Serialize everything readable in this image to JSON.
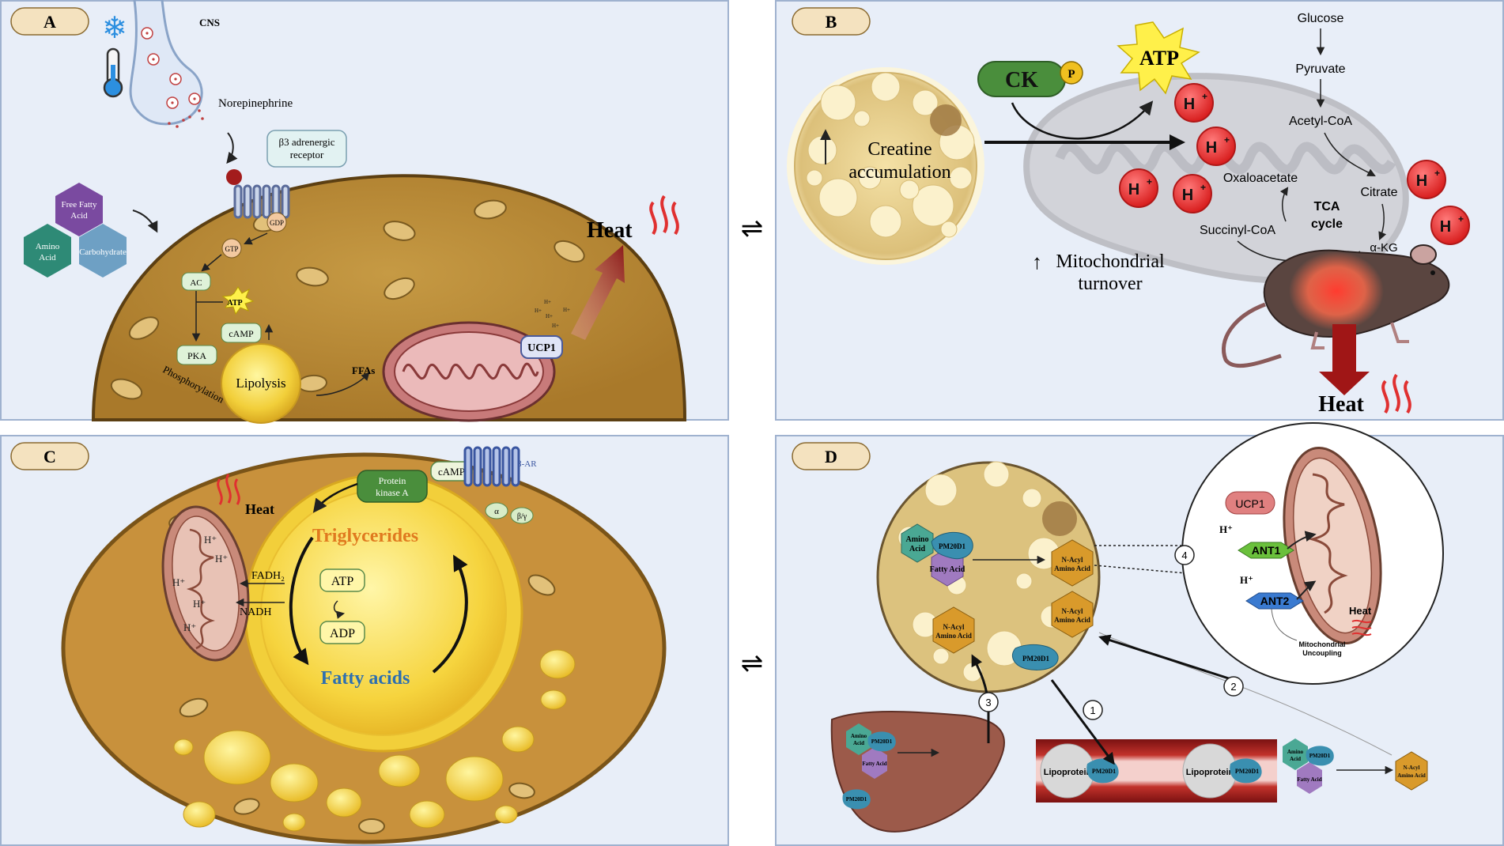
{
  "panels": {
    "A": {
      "letter": "A",
      "cns": "CNS",
      "norepinephrine": "Norepinephrine",
      "receptor_line1": "β3 adrenergic",
      "receptor_line2": "receptor",
      "ffa_line1": "Free Fatty",
      "ffa_line2": "Acid",
      "amino_line1": "Amino",
      "amino_line2": "Acid",
      "carbohydrate": "Carbohydrate",
      "gdp": "GDP",
      "gtp": "GTP",
      "ac": "AC",
      "atp": "ATP",
      "camp": "cAMP",
      "pka": "PKA",
      "phosphorylation": "Phosphorylation",
      "lipolysis": "Lipolysis",
      "ffas": "FFAs",
      "ucp1": "UCP1",
      "hplus": "H+",
      "heat": "Heat",
      "icons": [
        "snowflake-icon",
        "thermometer-icon",
        "heat-waves-icon"
      ],
      "colors": {
        "cell": "#b5852e",
        "background": "#e8eef8",
        "heat_arrow": "#8b1a1a",
        "heat_waves": "#e03030"
      }
    },
    "B": {
      "letter": "B",
      "ck": "CK",
      "p": "P",
      "atp": "ATP",
      "creatine_line1": "Creatine",
      "creatine_line2": "accumulation",
      "mito_line1": "Mitochondrial",
      "mito_line2": "turnover",
      "glucose": "Glucose",
      "pyruvate": "Pyruvate",
      "acetyl": "Acetyl-CoA",
      "oxaloacetate": "Oxaloacetate",
      "citrate": "Citrate",
      "tca_line1": "TCA",
      "tca_line2": "cycle",
      "succinyl": "Succinyl-CoA",
      "akg": "α-KG",
      "h": "H",
      "plus": "+",
      "heat": "Heat",
      "colors": {
        "ck": "#4a8e3c",
        "proton": "#e03a3a",
        "atp_burst": "#fff04a"
      }
    },
    "C": {
      "letter": "C",
      "pka_line1": "Protein",
      "pka_line2": "kinase A",
      "camp": "cAMP",
      "bar": "β-AR",
      "alpha": "α",
      "betagamma": "β/γ",
      "heat": "Heat",
      "triglycerides": "Triglycerides",
      "atp": "ATP",
      "adp": "ADP",
      "fatty_acids": "Fatty acids",
      "fadh2": "FADH₂",
      "nadh": "NADH",
      "hplus": "H⁺",
      "colors": {
        "triglycerides": "#e07a1f",
        "fatty_acids": "#2d6fb0",
        "cell": "#c8913c"
      }
    },
    "D": {
      "letter": "D",
      "amino_line1": "Amino",
      "amino_line2": "Acid",
      "pm20d1": "PM20D1",
      "fatty_acid": "Fatty Acid",
      "nacyl_line1": "N-Acyl",
      "nacyl_line2": "Amino Acid",
      "ucp1": "UCP1",
      "ant1": "ANT1",
      "ant2": "ANT2",
      "hplus": "H⁺",
      "heat": "Heat",
      "uncoupling_line1": "Mitochondrial",
      "uncoupling_line2": "Uncoupling",
      "lipoprotein": "Lipoprotein",
      "steps": [
        "1",
        "2",
        "3",
        "4"
      ],
      "colors": {
        "nacyl": "#d99a2b",
        "pm20d1": "#3a8fb0",
        "amino": "#4aa894",
        "fatty": "#a07ac0",
        "vessel": "#8b1a1a"
      }
    }
  },
  "equilibrium": "⇌"
}
